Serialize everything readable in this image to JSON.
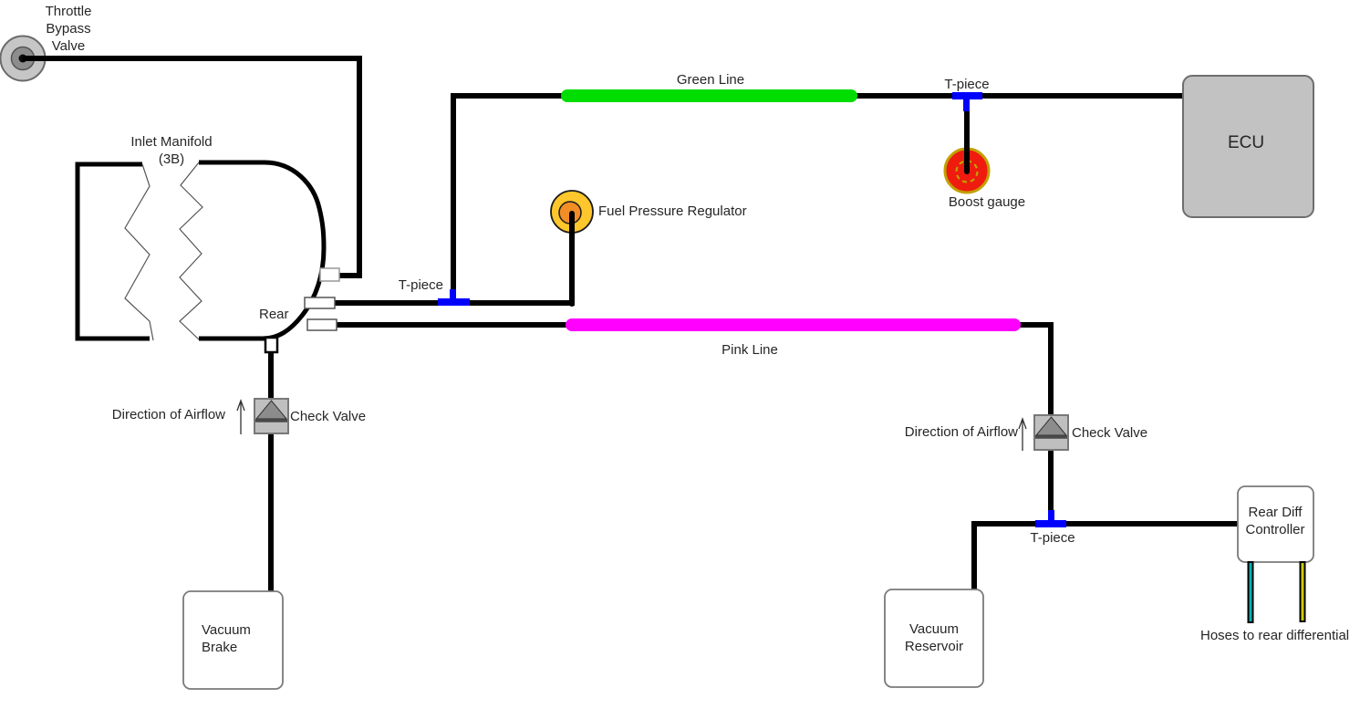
{
  "diagram": {
    "components": {
      "throttle_bypass_valve": {
        "label": "Throttle\nBypass\nValve",
        "icon": "concentric-circle-valve"
      },
      "inlet_manifold": {
        "label": "Inlet Manifold\n(3B)",
        "rear_port_label": "Rear"
      },
      "fuel_pressure_regulator": {
        "label": "Fuel Pressure Regulator",
        "icon": "orange-disc"
      },
      "boost_gauge": {
        "label": "Boost gauge",
        "icon": "red-gauge-disc"
      },
      "ecu": {
        "label": "ECU"
      },
      "check_valve_left": {
        "label": "Check Valve",
        "airflow_label": "Direction of Airflow",
        "icon": "triangle-in-square"
      },
      "check_valve_right": {
        "label": "Check Valve",
        "airflow_label": "Direction of Airflow",
        "icon": "triangle-in-square"
      },
      "t_piece_top": {
        "label": "T-piece",
        "icon": "blue-tee"
      },
      "t_piece_left": {
        "label": "T-piece",
        "icon": "blue-tee"
      },
      "t_piece_right": {
        "label": "T-piece",
        "icon": "blue-tee"
      },
      "vacuum_brake": {
        "label": "Vacuum\nBrake"
      },
      "vacuum_reservoir": {
        "label": "Vacuum\nReservoir"
      },
      "rear_diff_controller": {
        "label": "Rear Diff\nController",
        "hoses_label": "Hoses to rear differential"
      }
    },
    "lines": {
      "green_line": {
        "label": "Green Line",
        "color": "#00dd00"
      },
      "pink_line": {
        "label": "Pink Line",
        "color": "#ff00ff"
      },
      "hose_left_color": "#00b2b2",
      "hose_right_color": "#cccc00",
      "vacuum_line_color": "#000000",
      "t_piece_marker_color": "#0000ff"
    },
    "palette": {
      "ecu_fill": "#c2c2c2",
      "valve_body_fill": "#bfbfbf",
      "valve_triangle_fill": "#8c8c8c",
      "boost_gauge_fill": "#ee1b0e",
      "boost_gauge_ring": "#c2a000",
      "fpr_outer_fill": "#ffc72b",
      "fpr_inner_fill": "#f28e26",
      "tbv_outer_fill": "#c6c6c6",
      "tbv_mid_fill": "#8d8d8d",
      "box_fill": "#ffffff",
      "box_border": "#7a7a7a"
    }
  }
}
